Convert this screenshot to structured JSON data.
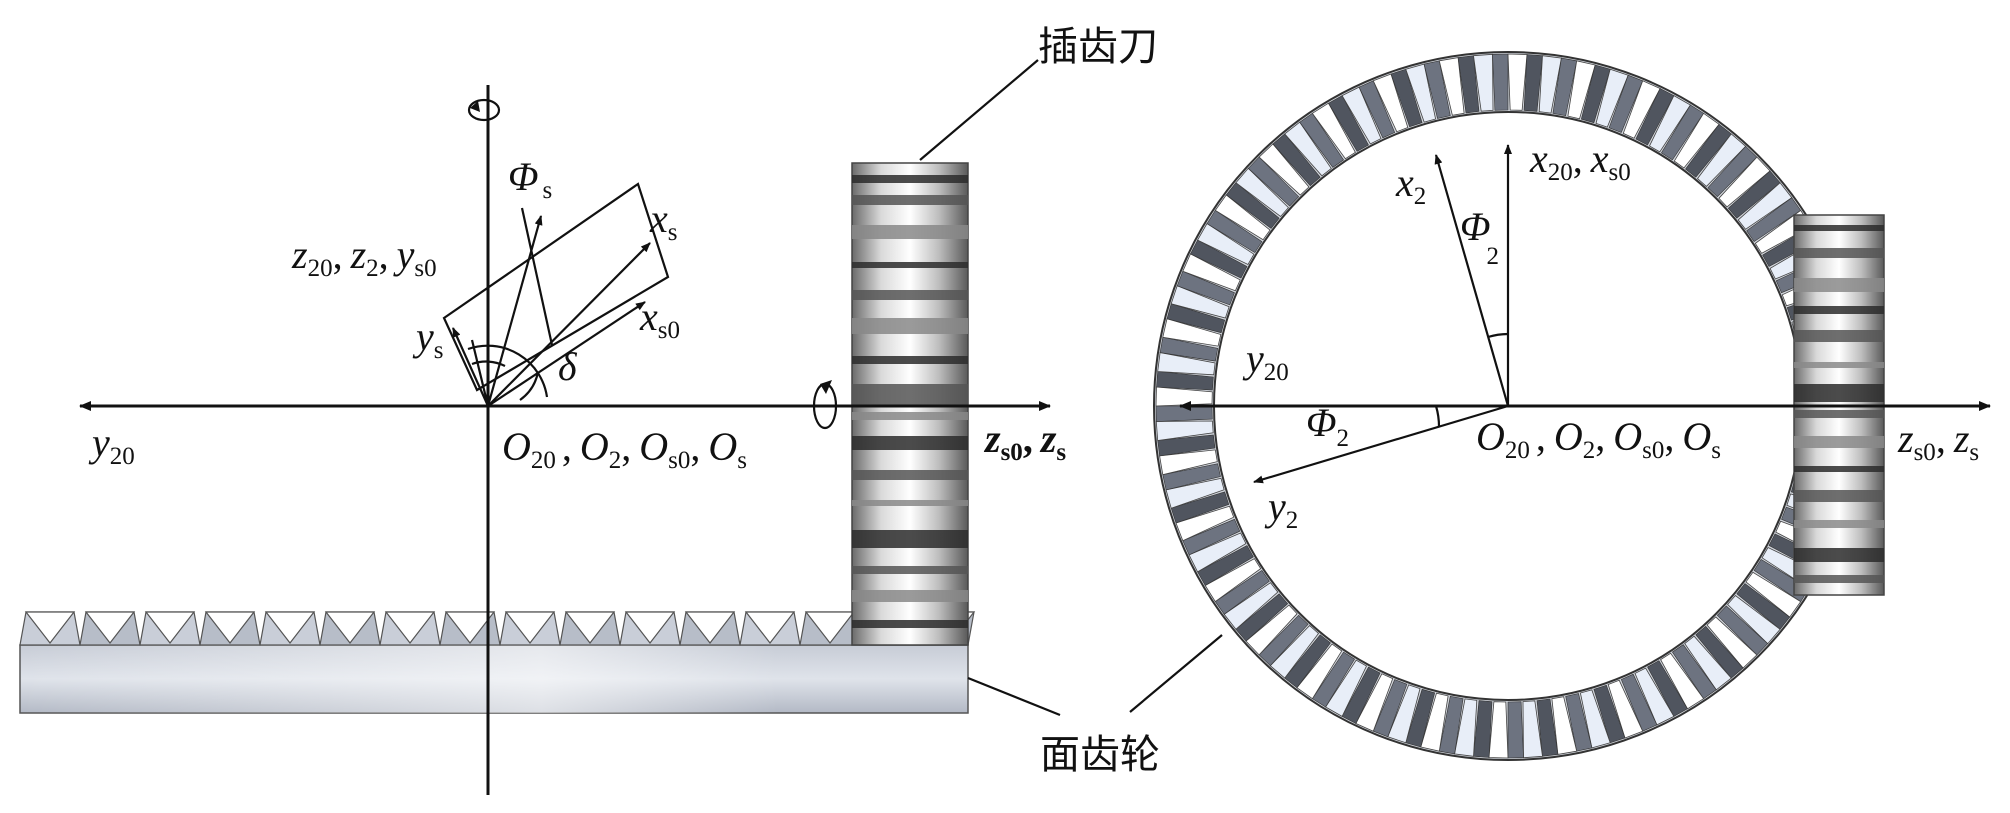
{
  "labels": {
    "cutter": "插齿刀",
    "face_gear": "面齿轮"
  },
  "left_view": {
    "z20": "z",
    "z20_sub": "20",
    "z2": "z",
    "z2_sub": "2",
    "ys0": "y",
    "ys0_sub": "s0",
    "phi_s": "Φ",
    "phi_s_sub": "s",
    "xs": "x",
    "xs_sub": "s",
    "ys": "y",
    "ys_sub": "s",
    "xs0": "x",
    "xs0_sub": "s0",
    "delta": "δ",
    "y20": "y",
    "y20_sub": "20",
    "o20": "O",
    "o20_sub": "20",
    "o2": "O",
    "o2_sub": "2",
    "os0": "O",
    "os0_sub": "s0",
    "os": "O",
    "os_sub": "s",
    "zs0": "z",
    "zs0_sub": "s0",
    "zs": "z",
    "zs_sub": "s",
    "comma": ","
  },
  "right_view": {
    "x2": "x",
    "x2_sub": "2",
    "x20": "x",
    "x20_sub": "20",
    "xs0": "x",
    "xs0_sub": "s0",
    "phi2_top": "Φ",
    "phi2_top_sub": "2",
    "y20": "y",
    "y20_sub": "20",
    "phi2_bottom": "Φ",
    "phi2_bottom_sub": "2",
    "y2": "y",
    "y2_sub": "2",
    "o20": "O",
    "o20_sub": "20",
    "o2": "O",
    "o2_sub": "2",
    "os0": "O",
    "os0_sub": "s0",
    "os": "O",
    "os_sub": "s",
    "zs0": "z",
    "zs0_sub": "s0",
    "zs": "z",
    "zs_sub": "s",
    "comma": ","
  }
}
